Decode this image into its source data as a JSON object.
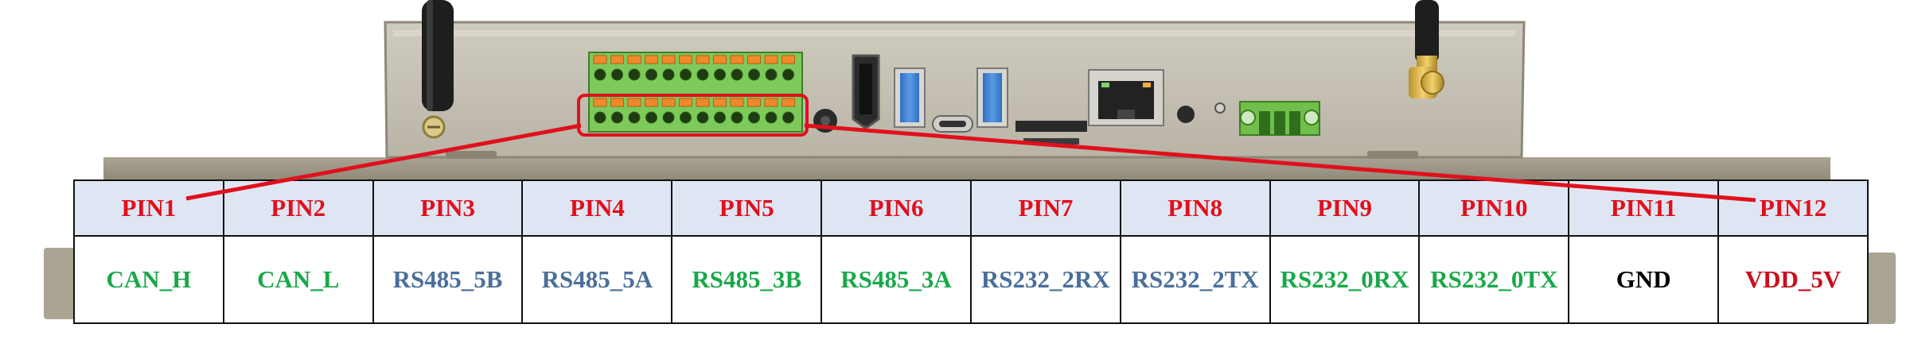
{
  "colors": {
    "pin_label": "#e0101c",
    "header_fill": "#dfe6f3",
    "can": "#1aa84a",
    "rs485_5": "#4a6f9a",
    "rs485_3": "#1aa84a",
    "rs232_2": "#4a6f9a",
    "rs232_0": "#1aa84a",
    "gnd": "#000000",
    "vdd": "#c8101c",
    "leader_line": "#e0101c"
  },
  "pins": [
    {
      "label": "PIN1",
      "signal": "CAN_H",
      "color": "#1aa84a"
    },
    {
      "label": "PIN2",
      "signal": "CAN_L",
      "color": "#1aa84a"
    },
    {
      "label": "PIN3",
      "signal": "RS485_5B",
      "color": "#4a6f9a"
    },
    {
      "label": "PIN4",
      "signal": "RS485_5A",
      "color": "#4a6f9a"
    },
    {
      "label": "PIN5",
      "signal": "RS485_3B",
      "color": "#1aa84a"
    },
    {
      "label": "PIN6",
      "signal": "RS485_3A",
      "color": "#1aa84a"
    },
    {
      "label": "PIN7",
      "signal": "RS232_2RX",
      "color": "#4a6f9a"
    },
    {
      "label": "PIN8",
      "signal": "RS232_2TX",
      "color": "#4a6f9a"
    },
    {
      "label": "PIN9",
      "signal": "RS232_0RX",
      "color": "#1aa84a"
    },
    {
      "label": "PIN10",
      "signal": "RS232_0TX",
      "color": "#1aa84a"
    },
    {
      "label": "PIN11",
      "signal": "GND",
      "color": "#000000"
    },
    {
      "label": "PIN12",
      "signal": "VDD_5V",
      "color": "#c8101c"
    }
  ]
}
